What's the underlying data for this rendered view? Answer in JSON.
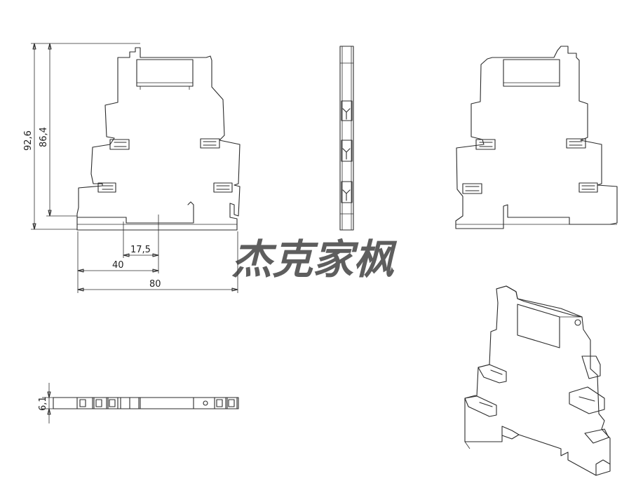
{
  "dimensions": {
    "total_height": "92,6",
    "body_height": "86,4",
    "offset_small": "17,5",
    "offset_mid": "40",
    "total_width": "80",
    "thickness": "6,1"
  },
  "watermark": {
    "text": "杰克家枫"
  },
  "views": [
    "front-view",
    "side-view",
    "rear-view",
    "top-view",
    "isometric-view"
  ]
}
